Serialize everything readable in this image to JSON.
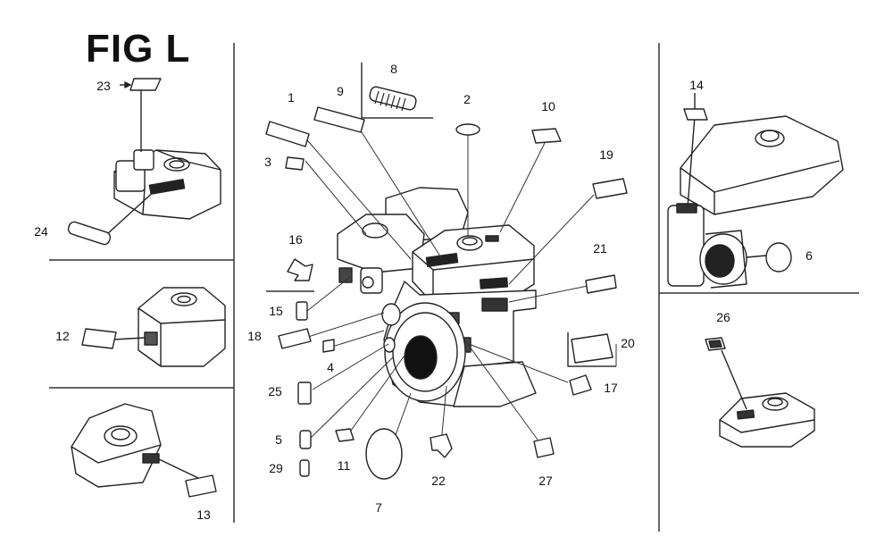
{
  "figure": {
    "title": "FIG L",
    "callouts": [
      "1",
      "2",
      "3",
      "4",
      "5",
      "6",
      "7",
      "8",
      "9",
      "10",
      "11",
      "12",
      "13",
      "14",
      "15",
      "16",
      "17",
      "18",
      "19",
      "20",
      "21",
      "22",
      "23",
      "24",
      "25",
      "26",
      "27",
      "29"
    ]
  }
}
